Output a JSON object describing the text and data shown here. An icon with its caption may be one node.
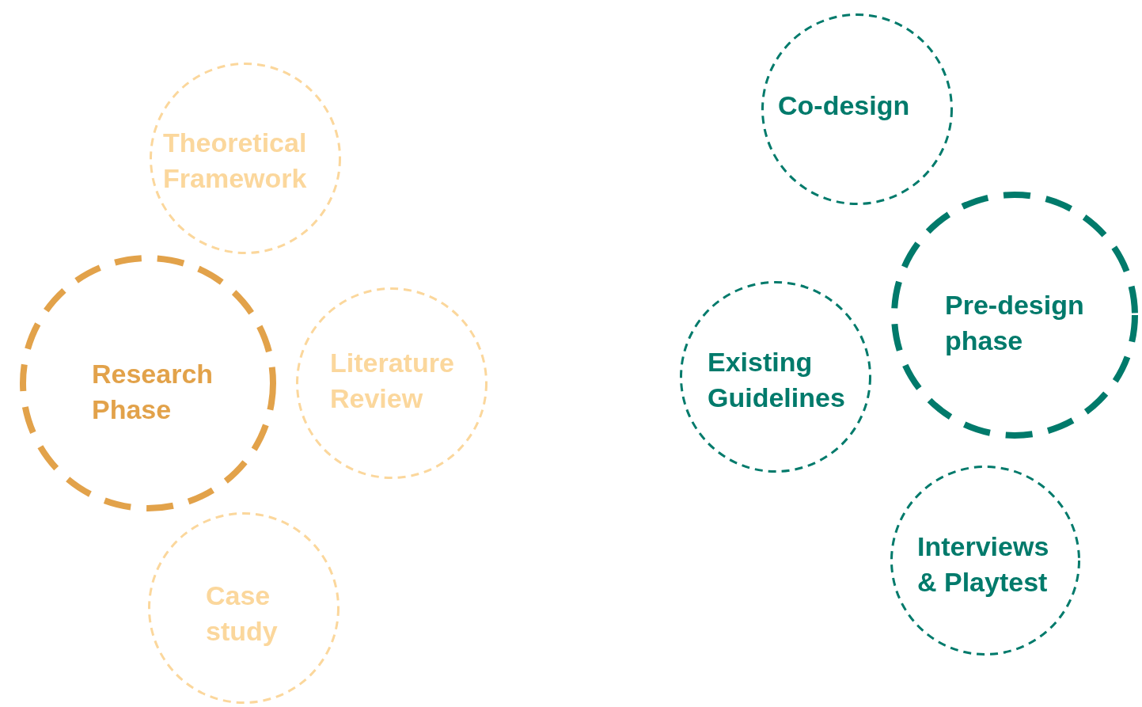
{
  "diagram": {
    "nodes": [
      {
        "text": [
          "Theoretical Framework"
        ]
      },
      {
        "text": [
          "Research Phase"
        ]
      },
      {
        "text": [
          "Literature Review"
        ]
      },
      {
        "text": [
          "Case study"
        ]
      },
      {
        "text": [
          "Co-design"
        ]
      },
      {
        "text": [
          "Pre-design phase"
        ]
      },
      {
        "text": [
          "Existing Guidelines"
        ]
      },
      {
        "text": [
          "Interviews & Playtest"
        ]
      }
    ]
  }
}
